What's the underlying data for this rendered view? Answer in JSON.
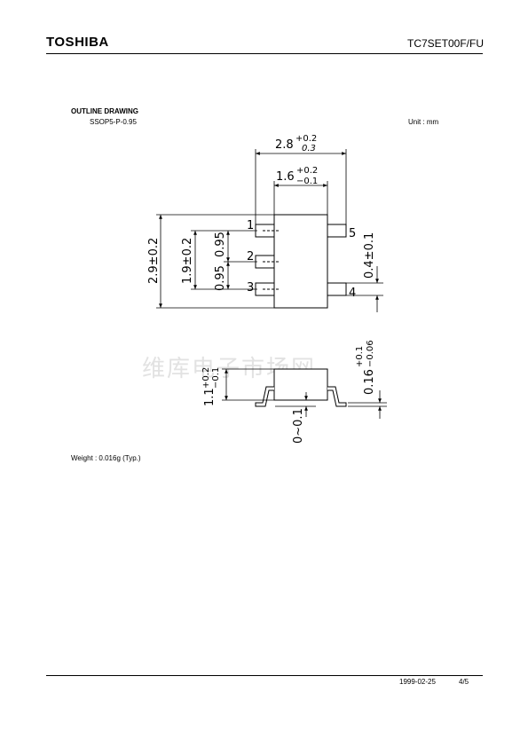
{
  "header": {
    "brand": "TOSHIBA",
    "part_number": "TC7SET00F/FU"
  },
  "section": {
    "title": "OUTLINE DRAWING",
    "package_code": "SSOP5-P-0.95",
    "unit": "Unit : mm"
  },
  "drawing": {
    "top_view": {
      "dim_width_total": {
        "value": "2.8",
        "tol_plus": "+0.2",
        "tol_minus": "0.3"
      },
      "dim_body_width": {
        "value": "1.6",
        "tol_plus": "+0.2",
        "tol_minus": "−0.1"
      },
      "dim_height_total": "2.9±0.2",
      "dim_pitch_span": "1.9±0.2",
      "dim_pitch_upper": "0.95",
      "dim_pitch_lower": "0.95",
      "dim_lead_width": "0.4±0.1",
      "pins": [
        "1",
        "2",
        "3",
        "4",
        "5"
      ]
    },
    "side_view": {
      "dim_height": {
        "value": "1.1",
        "tol_plus": "+0.2",
        "tol_minus": "−0.1"
      },
      "dim_lead_thickness": {
        "value": "0.16",
        "tol_plus": "+0.1",
        "tol_minus": "−0.06"
      },
      "dim_standoff": "0~0.1"
    }
  },
  "watermark": "维库电子市场网",
  "weight": "Weight : 0.016g (Typ.)",
  "footer": {
    "date": "1999-02-25",
    "page": "4/5"
  }
}
